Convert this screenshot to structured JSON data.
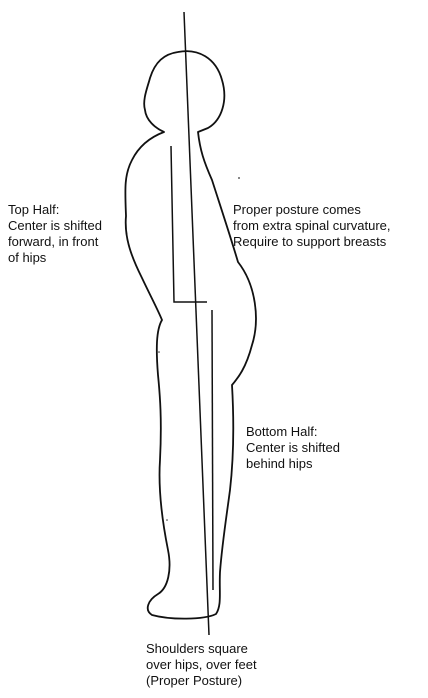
{
  "labels": {
    "top_half": [
      "Top Half:",
      "Center is shifted",
      "forward, in front",
      "of hips"
    ],
    "proper_posture": [
      "Proper posture comes",
      "from extra spinal curvature,",
      "Require to support breasts"
    ],
    "bottom_half": [
      "Bottom Half:",
      "Center is shifted",
      "behind hips"
    ],
    "shoulders": [
      "Shoulders square",
      "over hips, over feet",
      "(Proper Posture)"
    ]
  }
}
